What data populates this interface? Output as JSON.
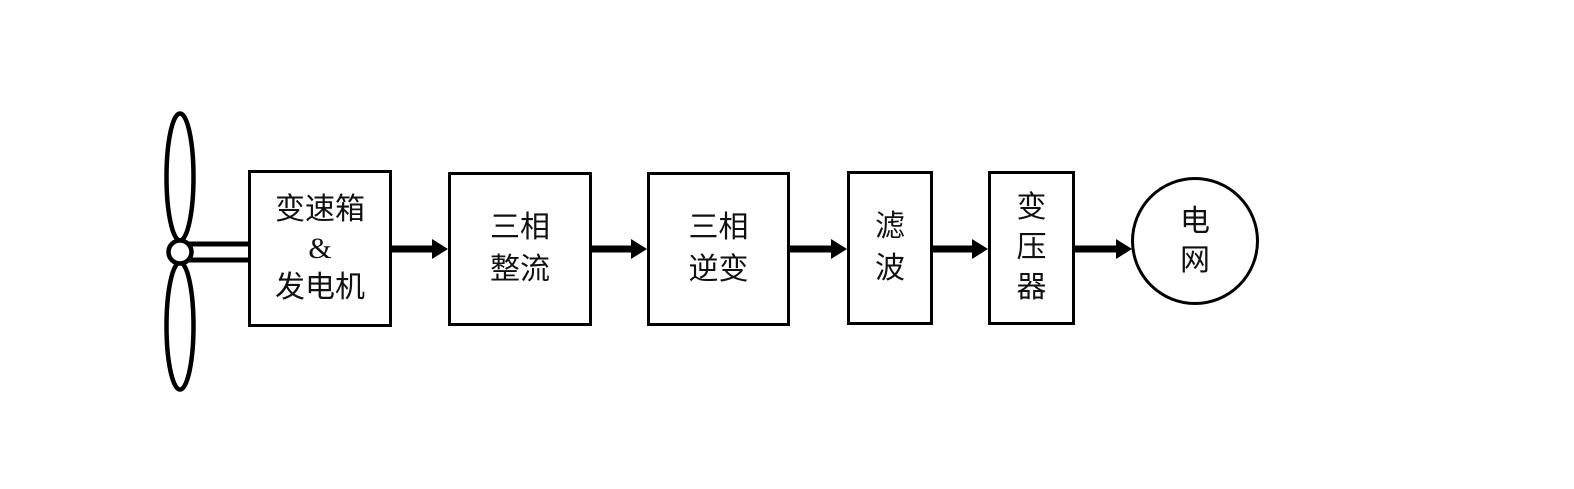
{
  "diagram": {
    "type": "flowchart",
    "background": "#ffffff",
    "line_color": "#000000",
    "source_icon": "wind-turbine",
    "blocks": [
      {
        "id": "gearbox-generator",
        "shape": "rect",
        "lines": [
          "变速箱",
          "&",
          "发电机"
        ]
      },
      {
        "id": "three-phase-rectifier",
        "shape": "rect",
        "lines": [
          "三相",
          "整流"
        ]
      },
      {
        "id": "three-phase-inverter",
        "shape": "rect",
        "lines": [
          "三相",
          "逆变"
        ]
      },
      {
        "id": "filter",
        "shape": "rect",
        "lines": [
          "滤",
          "波"
        ]
      },
      {
        "id": "transformer",
        "shape": "rect",
        "lines": [
          "变",
          "压",
          "器"
        ]
      },
      {
        "id": "power-grid",
        "shape": "circle",
        "lines": [
          "电",
          "网"
        ]
      }
    ],
    "connections": [
      {
        "from": "wind-turbine",
        "to": "gearbox-generator",
        "style": "shaft"
      },
      {
        "from": "gearbox-generator",
        "to": "three-phase-rectifier",
        "style": "arrow"
      },
      {
        "from": "three-phase-rectifier",
        "to": "three-phase-inverter",
        "style": "arrow"
      },
      {
        "from": "three-phase-inverter",
        "to": "filter",
        "style": "arrow"
      },
      {
        "from": "filter",
        "to": "transformer",
        "style": "arrow"
      },
      {
        "from": "transformer",
        "to": "power-grid",
        "style": "arrow"
      }
    ]
  }
}
